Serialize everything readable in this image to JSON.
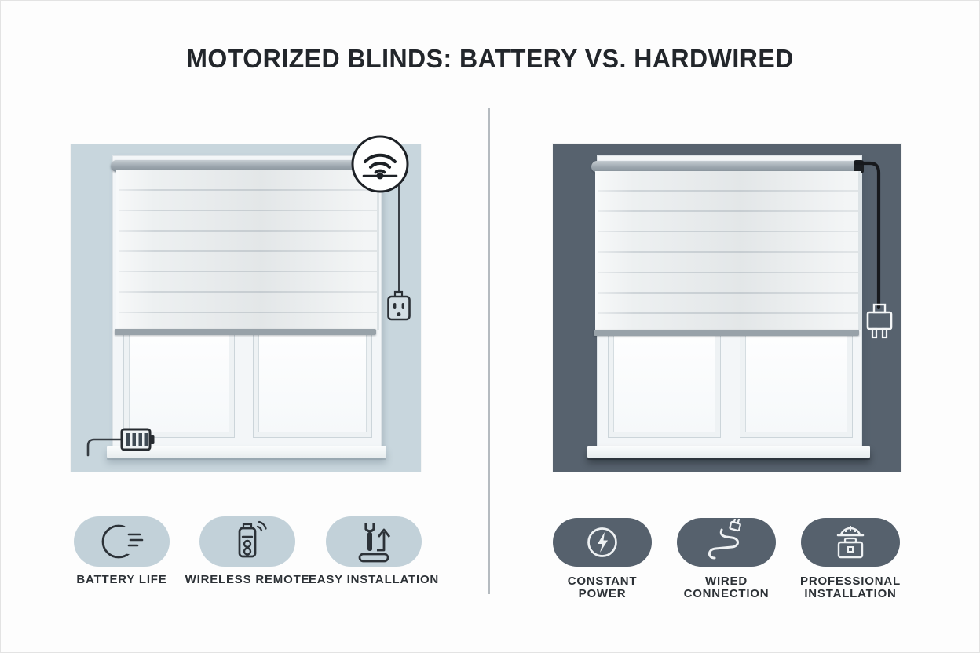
{
  "title": "MOTORIZED BLINDS: BATTERY VS. HARDWIRED",
  "colors": {
    "left_panel_bg": "#c8d6dd",
    "right_panel_bg": "#57626e",
    "pill_light": "#c2d1d9",
    "pill_dark": "#56616d",
    "title_text": "#22262b",
    "label_text": "#2c3136",
    "divider": "#b5bbc0"
  },
  "left_panel": {
    "name": "battery",
    "illustration_icons": {
      "wifi_badge": "wifi-signal-icon",
      "outlet": "power-outlet-icon",
      "battery": "battery-pack-icon"
    },
    "features": [
      {
        "icon": "moon-icon",
        "label": "BATTERY LIFE"
      },
      {
        "icon": "wireless-remote-icon",
        "label": "WIRELESS REMOTE"
      },
      {
        "icon": "wrench-arrow-icon",
        "label": "EASY INSTALLATION"
      }
    ]
  },
  "right_panel": {
    "name": "hardwired",
    "illustration_icons": {
      "cable": "power-cable",
      "plug": "power-plug-icon"
    },
    "features": [
      {
        "icon": "lightning-bolt-icon",
        "lines": [
          "CONSTANT",
          "POWER"
        ]
      },
      {
        "icon": "wired-cable-icon",
        "lines": [
          "WIRED",
          "CONNECTION"
        ]
      },
      {
        "icon": "hardhat-toolbox-icon",
        "lines": [
          "PROFESSIONAL",
          "INSTALLATION"
        ]
      }
    ]
  }
}
